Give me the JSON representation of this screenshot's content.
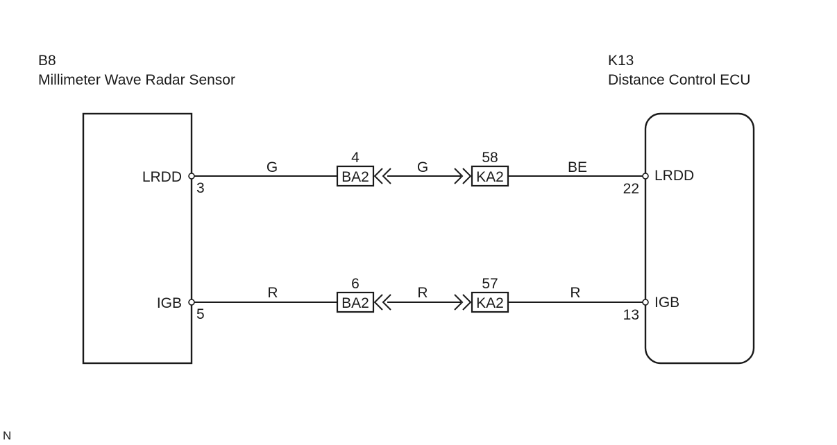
{
  "left_component": {
    "code": "B8",
    "name": "Millimeter Wave Radar Sensor"
  },
  "right_component": {
    "code": "K13",
    "name": "Distance Control ECU"
  },
  "circuits": [
    {
      "left_pin_label": "LRDD",
      "left_pin_number": "3",
      "wire_color_left": "G",
      "connector_a": "BA2",
      "connector_a_pin": "4",
      "wire_color_middle": "G",
      "connector_b": "KA2",
      "connector_b_pin": "58",
      "wire_color_right": "BE",
      "right_pin_label": "LRDD",
      "right_pin_number": "22"
    },
    {
      "left_pin_label": "IGB",
      "left_pin_number": "5",
      "wire_color_left": "R",
      "connector_a": "BA2",
      "connector_a_pin": "6",
      "wire_color_middle": "R",
      "connector_b": "KA2",
      "connector_b_pin": "57",
      "wire_color_right": "R",
      "right_pin_label": "IGB",
      "right_pin_number": "13"
    }
  ],
  "corner_note": "N"
}
